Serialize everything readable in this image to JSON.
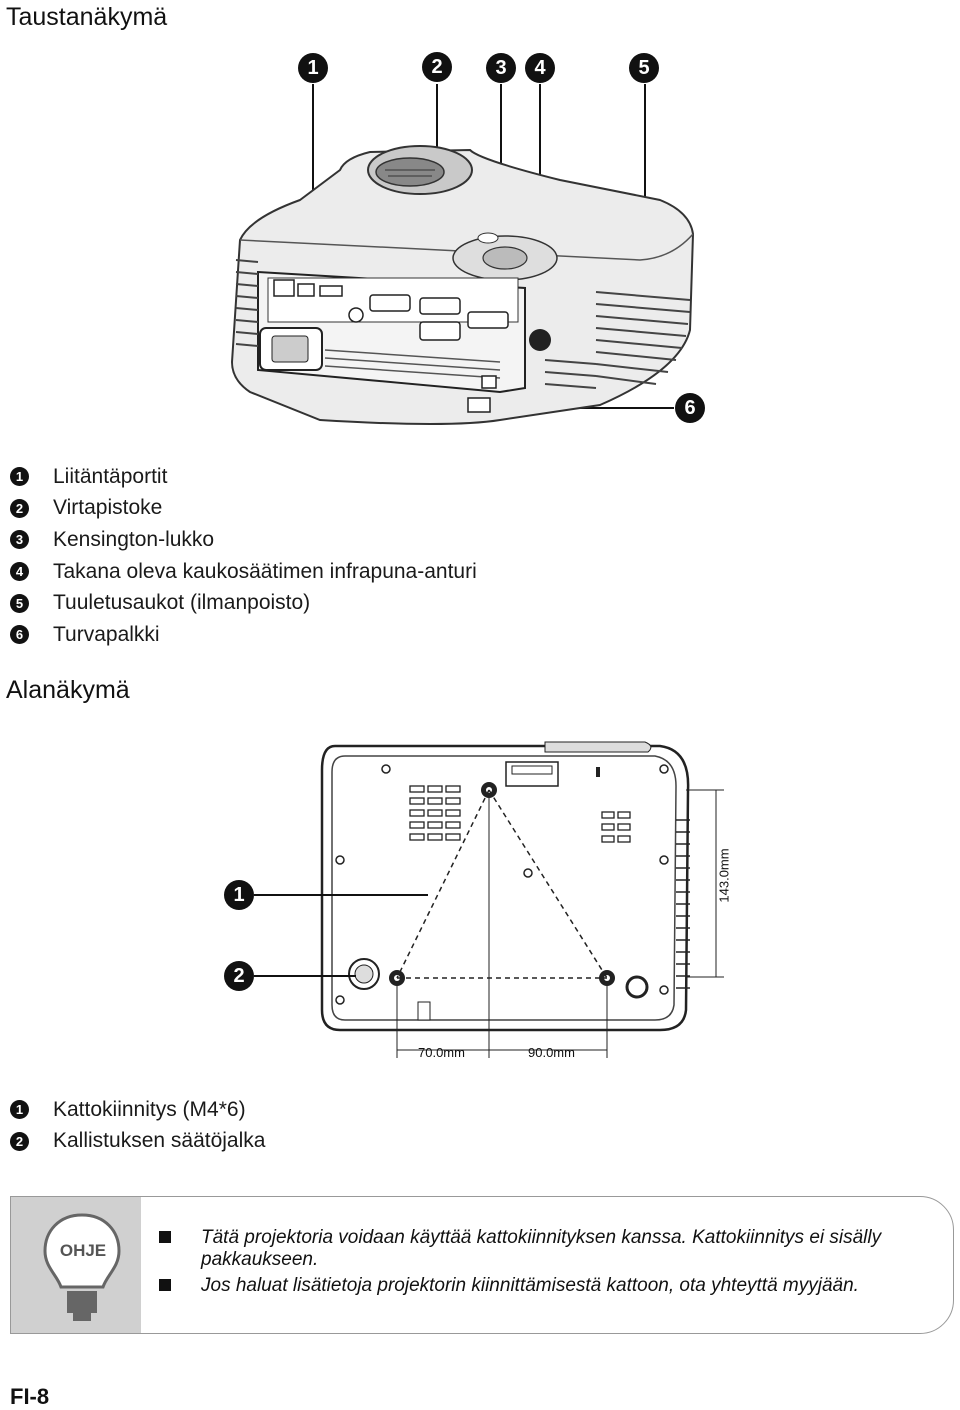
{
  "sections": {
    "rear_title": "Taustanäkymä",
    "bottom_title": "Alanäkymä"
  },
  "rear_view": {
    "callouts": [
      "1",
      "2",
      "3",
      "4",
      "5",
      "6"
    ],
    "legend": [
      {
        "num": "1",
        "text": "Liitäntäportit"
      },
      {
        "num": "2",
        "text": "Virtapistoke"
      },
      {
        "num": "3",
        "text": "Kensington-lukko"
      },
      {
        "num": "4",
        "text": "Takana oleva kaukosäätimen infrapuna-anturi"
      },
      {
        "num": "5",
        "text": "Tuuletusaukot (ilmanpoisto)"
      },
      {
        "num": "6",
        "text": "Turvapalkki"
      }
    ]
  },
  "bottom_view": {
    "callouts": [
      "1",
      "2"
    ],
    "dimensions": {
      "width_left": "70.0mm",
      "width_right": "90.0mm",
      "depth": "143.0mm"
    },
    "legend": [
      {
        "num": "1",
        "text": "Kattokiinnitys (M4*6)"
      },
      {
        "num": "2",
        "text": "Kallistuksen säätöjalka"
      }
    ]
  },
  "note": {
    "label": "OHJE",
    "items": [
      "Tätä projektoria voidaan käyttää kattokiinnityksen kanssa. Kattokiinnitys ei sisälly pakkaukseen.",
      "Jos haluat lisätietoja projektorin kiinnittämisestä kattoon, ota yhteyttä myyjään."
    ]
  },
  "footer": {
    "page": "FI-8"
  }
}
